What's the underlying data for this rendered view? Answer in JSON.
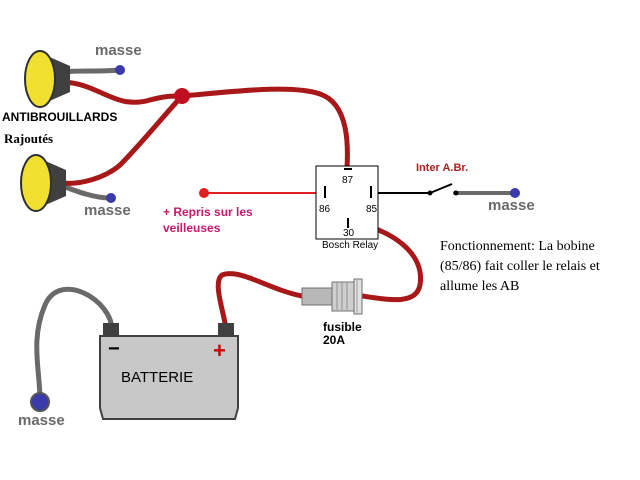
{
  "labels": {
    "masse_top": "masse",
    "masse_mid": "masse",
    "masse_right": "masse",
    "masse_bottom": "masse",
    "antibrouillards": "ANTIBROUILLARDS",
    "rajoutes": "Rajoutés",
    "repris_line1": "+ Repris sur les",
    "repris_line2": "veilleuses",
    "inter": "Inter A.Br.",
    "relay_pin_87": "87",
    "relay_pin_86": "86",
    "relay_pin_85": "85",
    "relay_pin_30": "30",
    "relay_name": "Bosch Relay",
    "fonctionnement_line1": "Fonctionnement: La bobine",
    "fonctionnement_line2": "(85/86) fait coller le relais et",
    "fonctionnement_line3": "allume les AB",
    "fusible_line1": "fusible",
    "fusible_line2": "20A",
    "batterie": "BATTERIE",
    "minus": "−",
    "plus": "+"
  },
  "colors": {
    "wire_power": "#a81818",
    "wire_ground": "#6a6a6a",
    "wire_signal": "#e02020",
    "ground_dot": "#3a3aaa",
    "lamp_face": "#f2e030",
    "lamp_body": "#404040",
    "battery_body": "#c8c8c8",
    "junction": "#c01020",
    "label_magenta": "#c8186a"
  },
  "icons": {
    "lamp": "fog-lamp-icon",
    "ground": "ground-terminal-icon",
    "relay": "relay-icon",
    "fuse": "fuse-holder-icon",
    "battery": "battery-icon",
    "switch": "switch-icon"
  }
}
